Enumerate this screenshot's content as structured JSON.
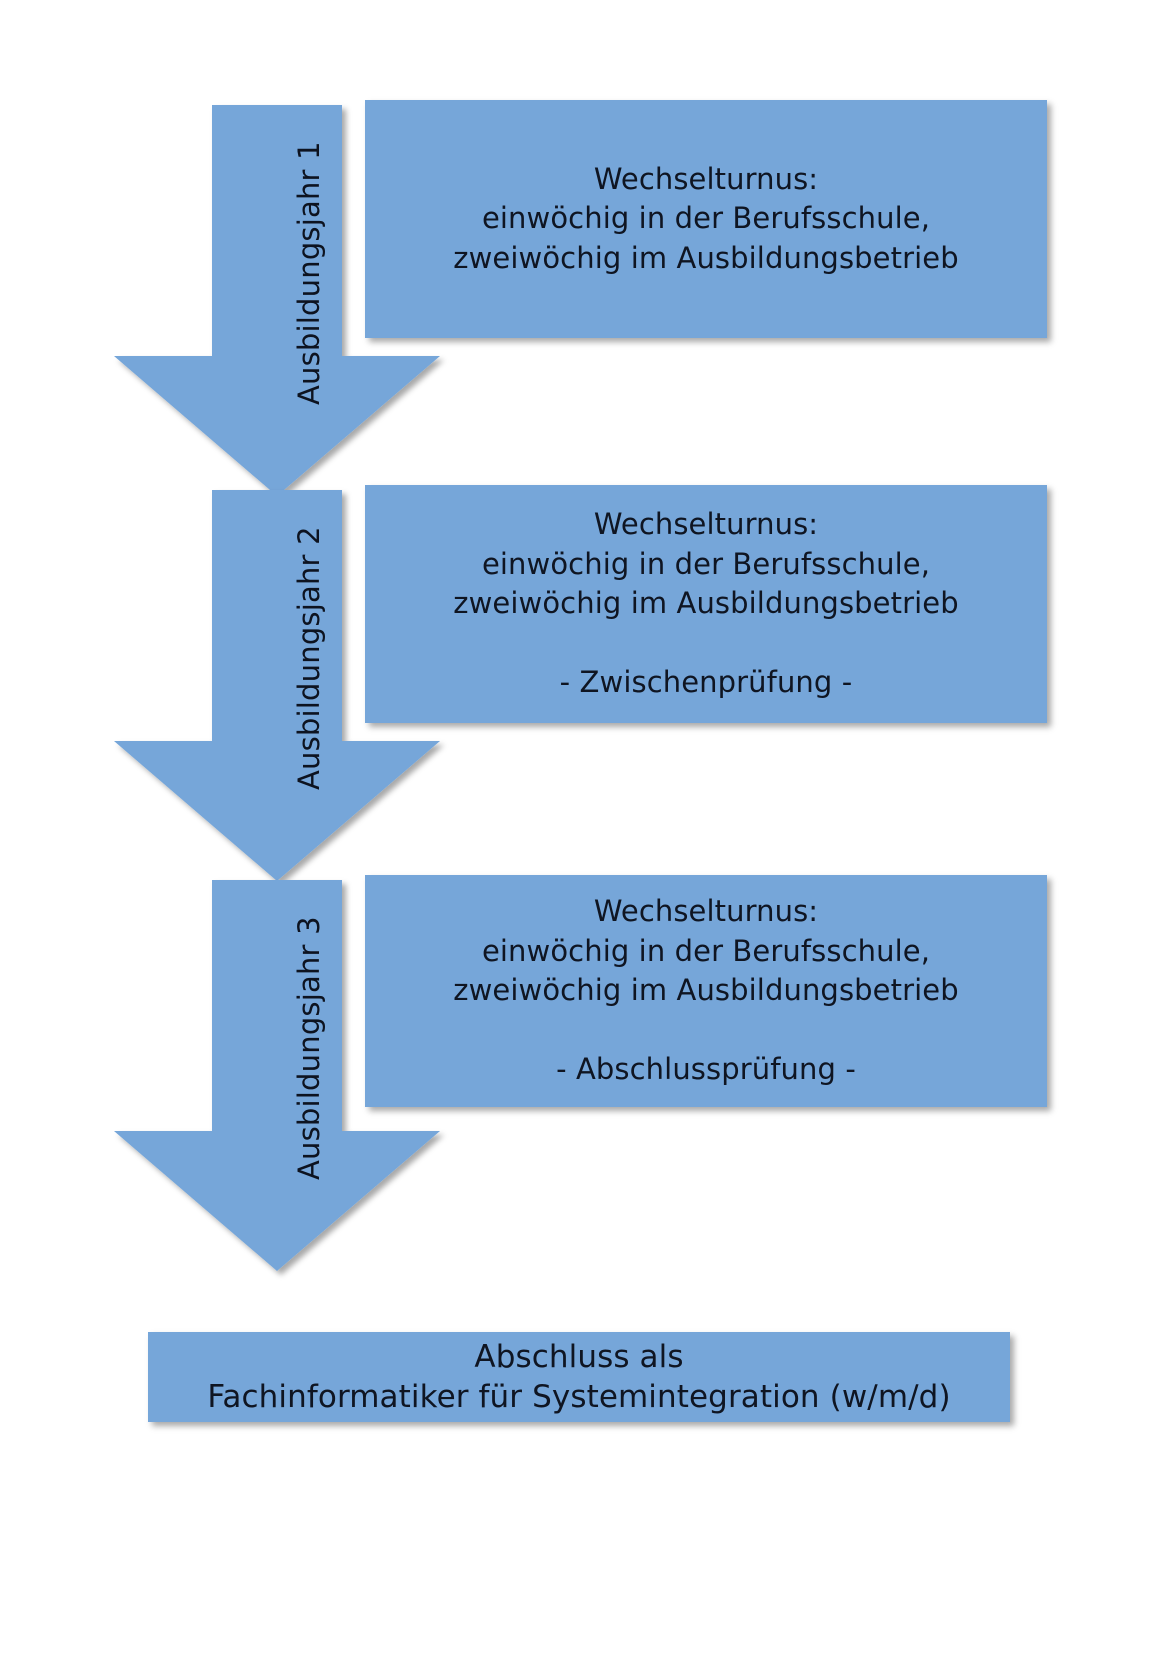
{
  "page": {
    "title": "Ausbildungsverlauf Fachinformatiker",
    "background_color": "#ffffff",
    "shape_color": "#76a6d9",
    "text_color": "#0f1522"
  },
  "years": [
    {
      "arrow_label": "Ausbildungsjahr 1",
      "box_text": "Wechselturnus:\neinwöchig in der Berufsschule,\nzweiwöchig im Ausbildungsbetrieb"
    },
    {
      "arrow_label": "Ausbildungsjahr 2",
      "box_text": "Wechselturnus:\neinwöchig in der Berufsschule,\nzweiwöchig im Ausbildungsbetrieb\n\n- Zwischenprüfung -"
    },
    {
      "arrow_label": "Ausbildungsjahr 3",
      "box_text": "Wechselturnus:\neinwöchig in der Berufsschule,\nzweiwöchig im Ausbildungsbetrieb\n\n- Abschlussprüfung -"
    }
  ],
  "result": {
    "box_text": "Abschluss als\nFachinformatiker für Systemintegration (w/m/d)"
  }
}
